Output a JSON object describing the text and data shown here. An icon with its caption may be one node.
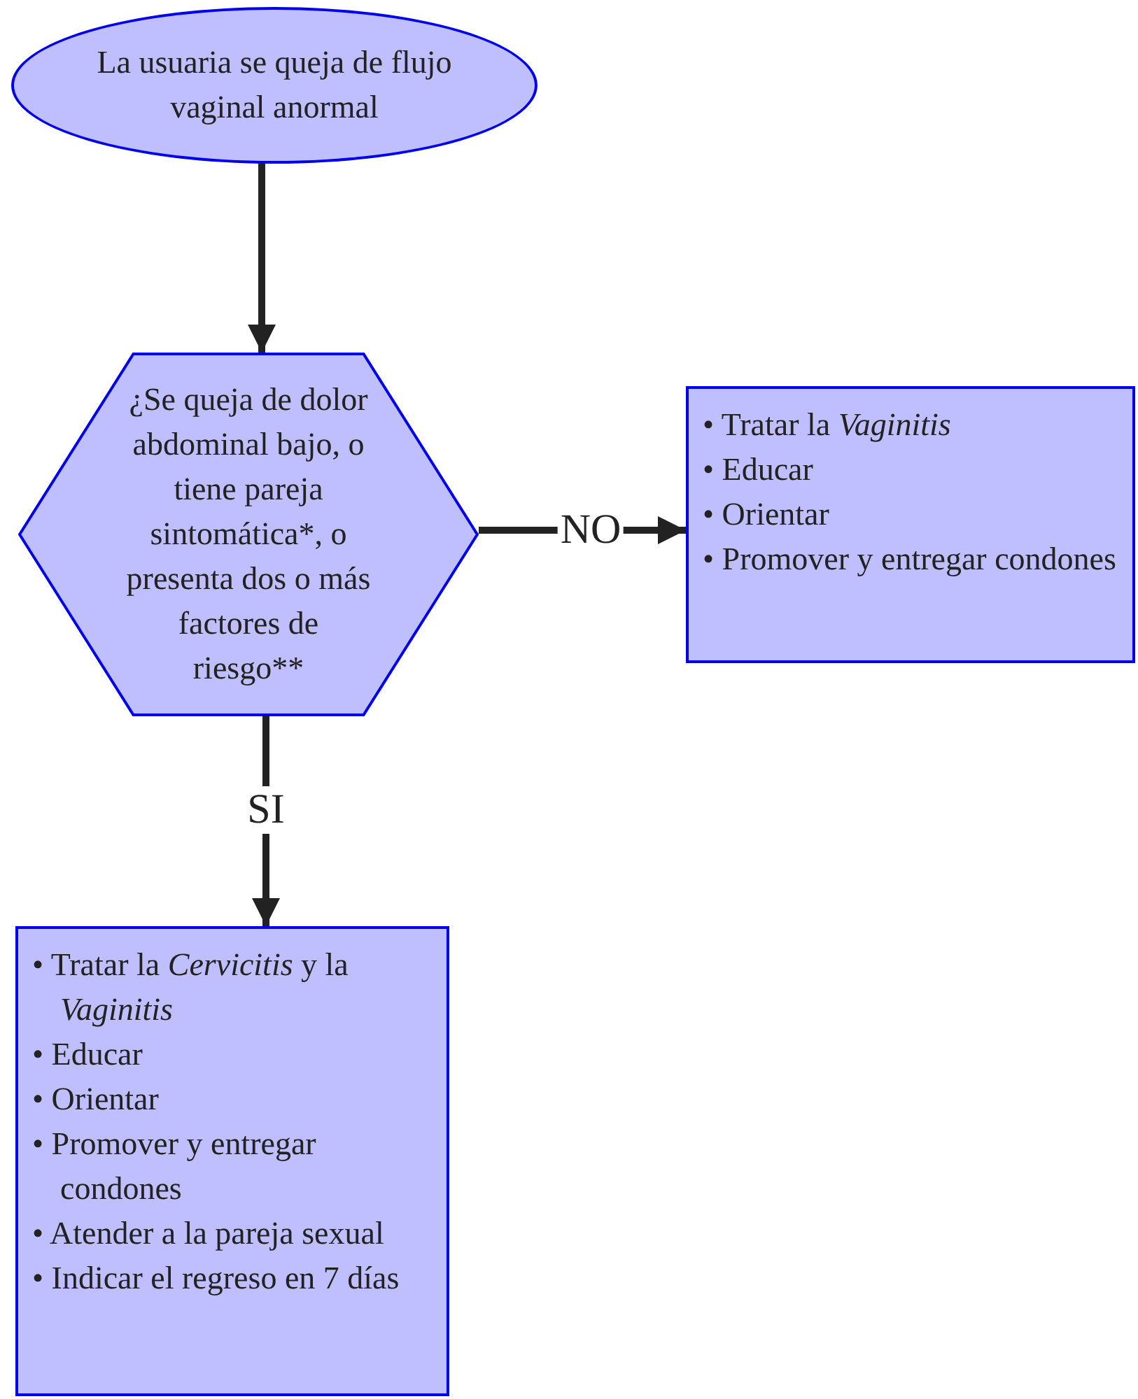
{
  "diagram": {
    "nodes": [
      {
        "text": [
          "La usuaria se queja de flujo vaginal anormal"
        ]
      },
      {
        "text": [
          "¿Se queja de dolor abdominal bajo, o tiene pareja sintomática*, o presenta dos o más factores de riesgo**"
        ]
      },
      {
        "text": [
          "• Tratar la *Vaginitis*",
          "• Educar",
          "• Orientar",
          "• Promover y entregar condones"
        ]
      },
      {
        "text": [
          "• Tratar la *Cervicitis* y la *Vaginitis*",
          "• Educar",
          "• Orientar",
          "• Promover y entregar condones",
          "• Atender a la pareja sexual",
          "• Indicar el regreso en 7 días"
        ]
      }
    ],
    "edges": [
      {
        "from": 0,
        "to": 1,
        "arrow": "to"
      },
      {
        "from": 1,
        "to": 2,
        "arrow": "to",
        "label": "NO"
      },
      {
        "from": 1,
        "to": 3,
        "arrow": "to",
        "label": "SI"
      }
    ]
  }
}
